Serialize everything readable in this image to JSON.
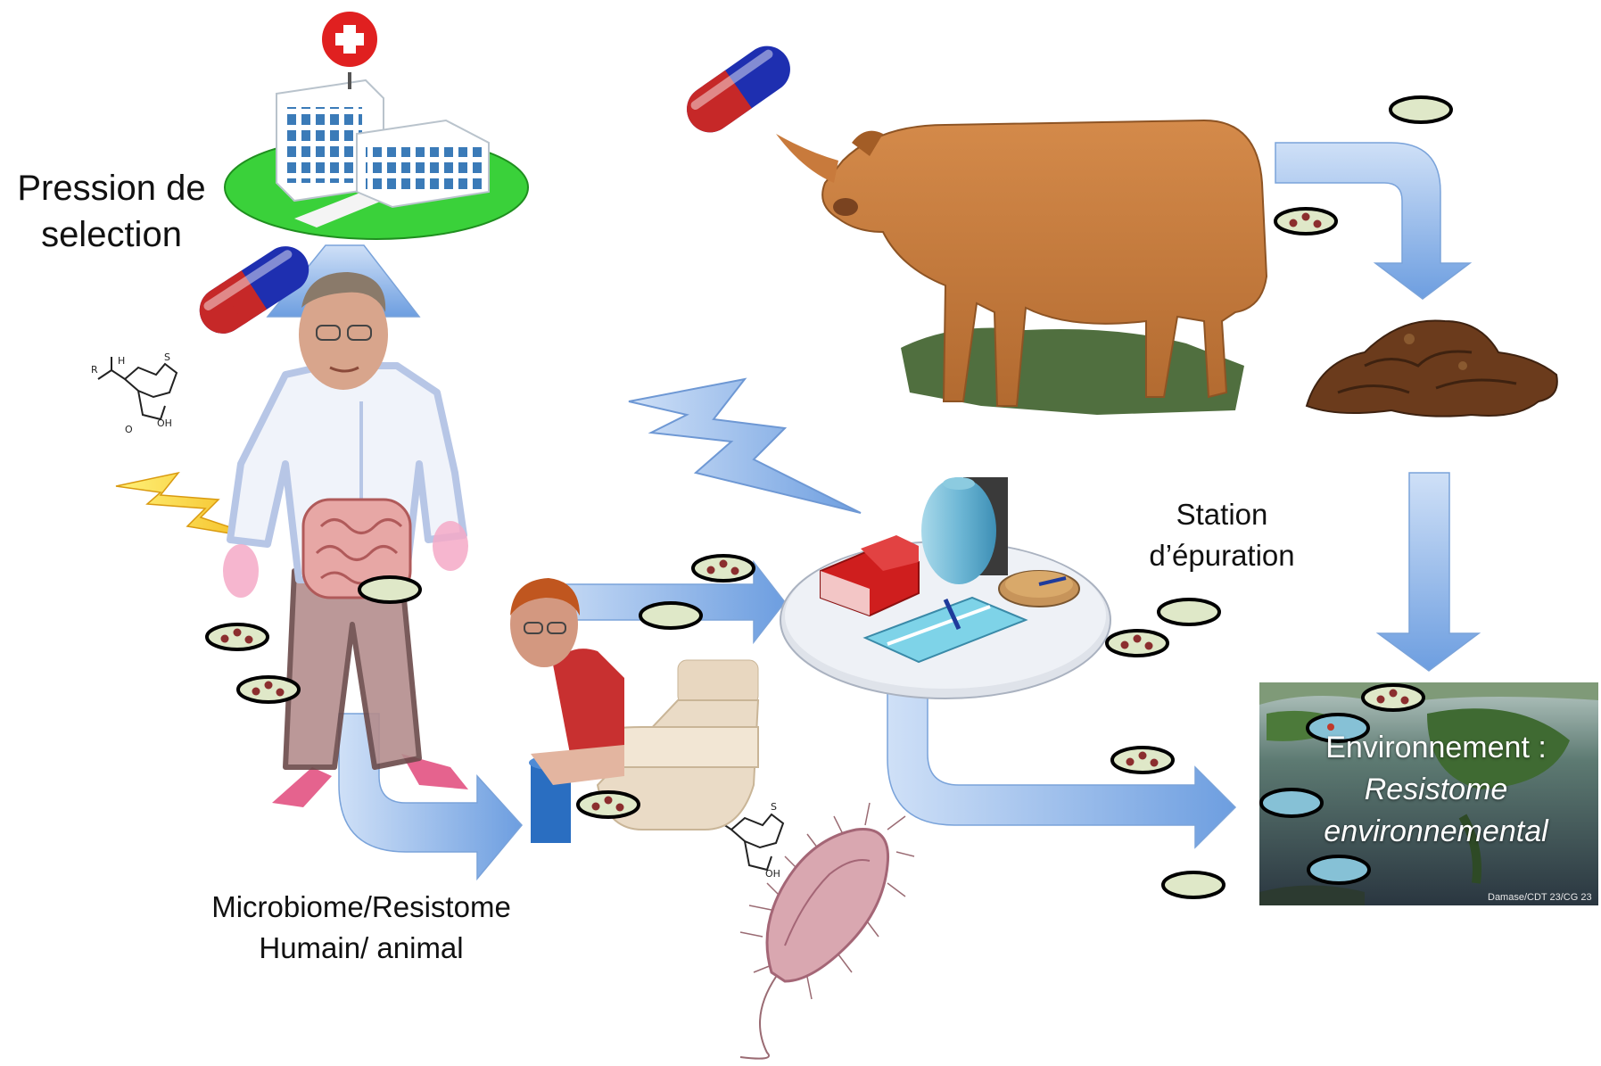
{
  "labels": {
    "selection_pressure": [
      "Pression de",
      "selection"
    ],
    "treatment_plant": [
      "Station",
      "d’épuration"
    ],
    "microbiome": [
      "Microbiome/Resistome",
      "Humain/ animal"
    ]
  },
  "environment": {
    "title": "Environnement :",
    "subtitle_1": "Resistome",
    "subtitle_2": "environnemental",
    "credit": "Damase/CDT 23/CG 23"
  },
  "colors": {
    "arrow_blue": "#8fb6ea",
    "bacterium_plain": "#dfe8c8",
    "bacterium_resistant_dots": "#8b2e2e",
    "bacterium_environmental": "#86c1d6",
    "capsule_red": "#c62828",
    "capsule_blue": "#1e2fb0",
    "lightning_yellow": "#f7e34a"
  }
}
